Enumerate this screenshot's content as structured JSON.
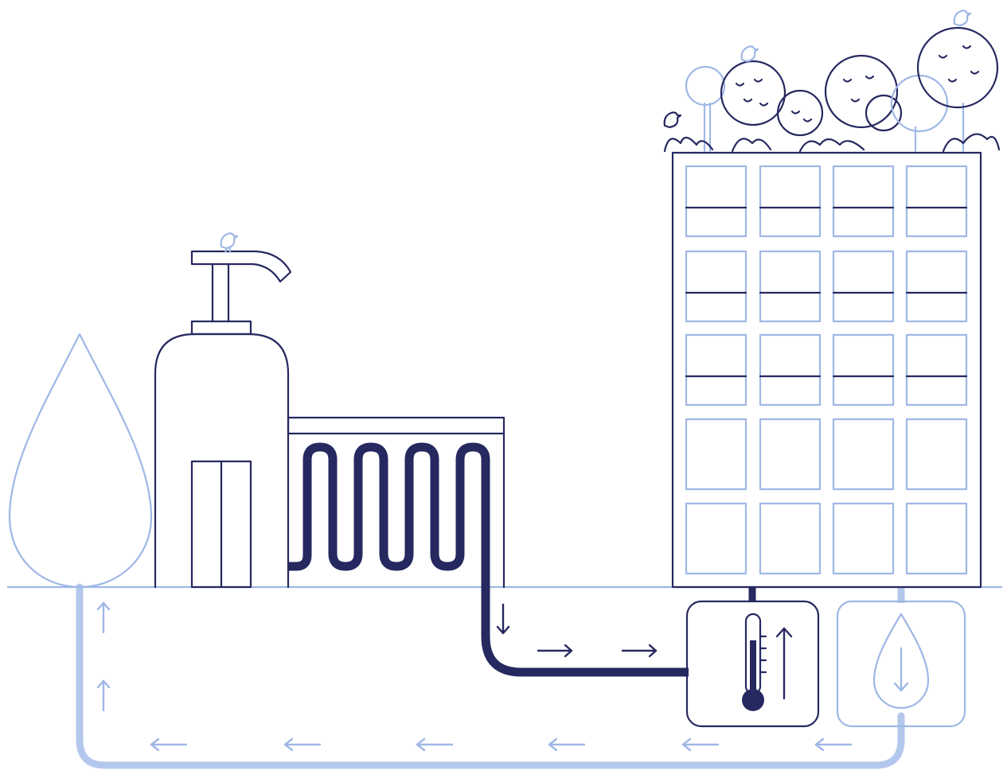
{
  "colors": {
    "dark": "#262860",
    "light": "#9fb7e6",
    "background": "#ffffff"
  },
  "elements": {
    "water_drop": "water-drop-icon",
    "factory": "factory-building",
    "radiator": "heat-exchanger-coil",
    "apartment": "green-roof-building",
    "heat_station": "thermometer-icon",
    "return_station": "water-drop-down-icon"
  }
}
